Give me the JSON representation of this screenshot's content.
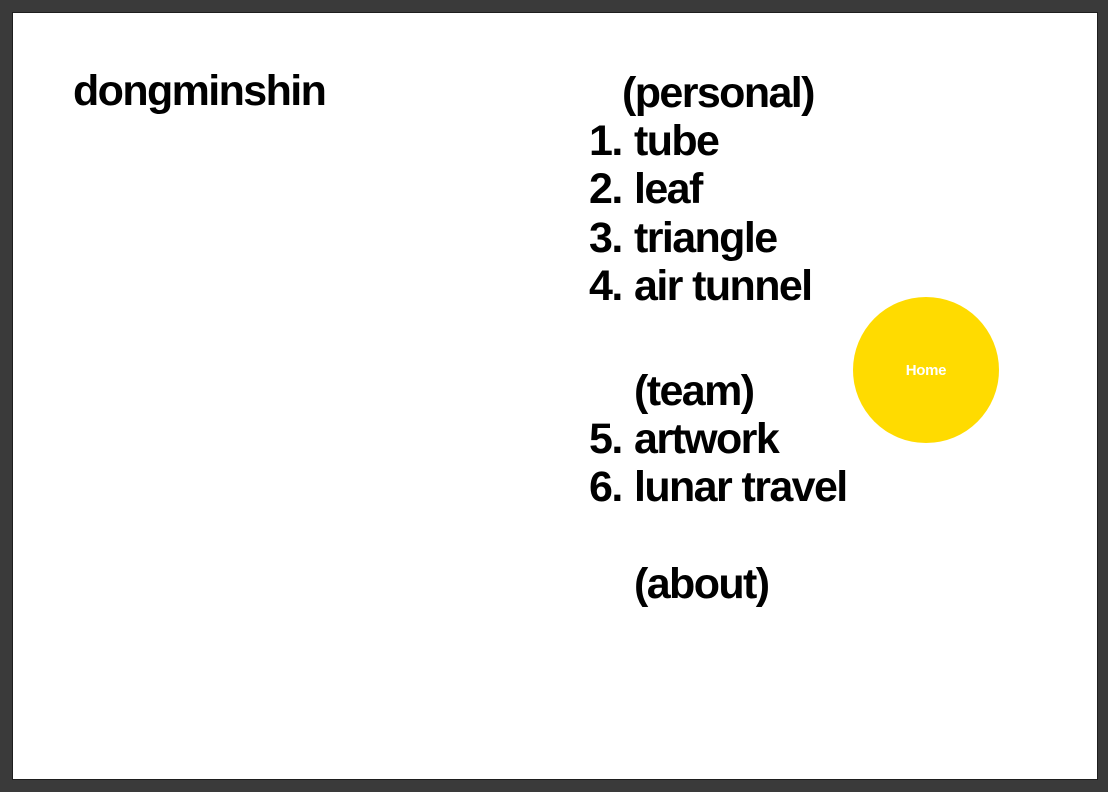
{
  "site": {
    "name": "dongminshin"
  },
  "nav": {
    "personal_heading": "(personal)",
    "personal_items": [
      {
        "number": "1.",
        "label": "tube"
      },
      {
        "number": "2.",
        "label": "leaf"
      },
      {
        "number": "3.",
        "label": "triangle"
      },
      {
        "number": "4.",
        "label": "air tunnel"
      }
    ],
    "team_heading": "(team)",
    "team_items": [
      {
        "number": "5.",
        "label": "artwork"
      },
      {
        "number": "6.",
        "label": "lunar travel"
      }
    ],
    "about_link": "(about)"
  },
  "home_button": {
    "label": "Home",
    "color": "#ffdb00"
  }
}
